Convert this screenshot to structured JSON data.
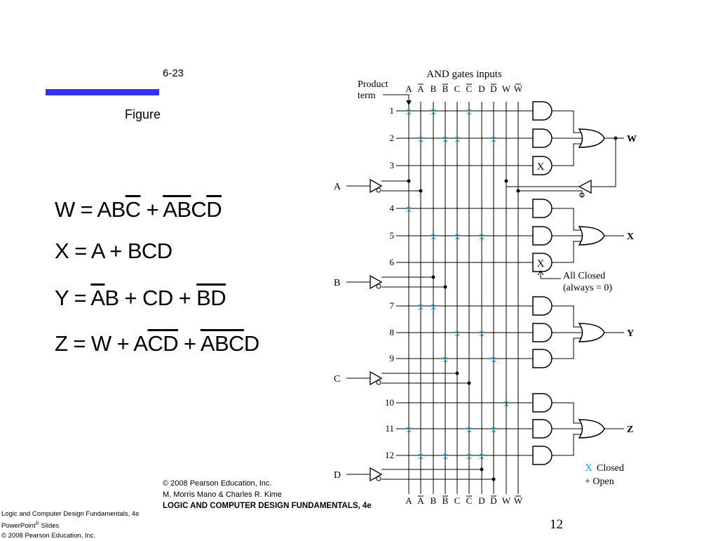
{
  "slide": {
    "figure_number": "6-23",
    "figure_label": "Figure",
    "accent_color": "#3333ee",
    "page_number": "12"
  },
  "equations": {
    "w": {
      "lhs": "W = ",
      "terms": [
        [
          [
            "A",
            false
          ],
          [
            "B",
            false
          ],
          [
            "C",
            true
          ]
        ],
        [
          [
            "A",
            true
          ],
          [
            "B",
            true
          ],
          [
            "C",
            false
          ],
          [
            "D",
            true
          ]
        ]
      ]
    },
    "x": {
      "lhs": "X = ",
      "terms": [
        [
          [
            "A",
            false
          ]
        ],
        [
          [
            "B",
            false
          ],
          [
            "C",
            false
          ],
          [
            "D",
            false
          ]
        ]
      ]
    },
    "y": {
      "lhs": "Y = ",
      "terms": [
        [
          [
            "A",
            true
          ],
          [
            "B",
            false
          ]
        ],
        [
          [
            "C",
            false
          ],
          [
            "D",
            false
          ]
        ],
        [
          [
            "B",
            true
          ],
          [
            "D",
            true
          ]
        ]
      ]
    },
    "z": {
      "lhs": "Z = ",
      "terms": [
        [
          [
            "W",
            false
          ]
        ],
        [
          [
            "A",
            false
          ],
          [
            "C",
            true
          ],
          [
            "D",
            true
          ]
        ],
        [
          [
            "A",
            true
          ],
          [
            "B",
            true
          ],
          [
            "C",
            true
          ],
          [
            "D",
            false
          ]
        ]
      ]
    }
  },
  "credits": {
    "copyright": "© 2008 Pearson Education, Inc.",
    "authors": "M. Morris Mano & Charles R. Kime",
    "title": "LOGIC AND COMPUTER DESIGN FUNDAMENTALS, 4e"
  },
  "footer": {
    "line1": "Logic and Computer Design Fundamentals, 4e",
    "line2_pre": "PowerPoint",
    "line2_sup": "®",
    "line2_post": " Slides",
    "line3": "© 2008 Pearson Education, Inc."
  },
  "diagram": {
    "header": "AND gates inputs",
    "product_term_label": [
      "Product",
      "term"
    ],
    "columns": [
      [
        "A",
        false
      ],
      [
        "A",
        true
      ],
      [
        "B",
        false
      ],
      [
        "B",
        true
      ],
      [
        "C",
        false
      ],
      [
        "C",
        true
      ],
      [
        "D",
        false
      ],
      [
        "D",
        true
      ],
      [
        "W",
        false
      ],
      [
        "W",
        true
      ]
    ],
    "inputs": [
      "A",
      "B",
      "C",
      "D"
    ],
    "rows": [
      {
        "term": "1",
        "x": [
          0,
          2,
          5
        ]
      },
      {
        "term": "2",
        "x": [
          1,
          3,
          4,
          7
        ]
      },
      {
        "term": "3",
        "x": [],
        "all_closed": true
      },
      {
        "term": "4",
        "x": [
          0
        ]
      },
      {
        "term": "5",
        "x": [
          2,
          4,
          6
        ]
      },
      {
        "term": "6",
        "x": [],
        "all_closed": true
      },
      {
        "term": "7",
        "x": [
          1,
          2
        ]
      },
      {
        "term": "8",
        "x": [
          4,
          6
        ]
      },
      {
        "term": "9",
        "x": [
          3,
          7
        ]
      },
      {
        "term": "10",
        "x": [
          8
        ]
      },
      {
        "term": "11",
        "x": [
          0,
          5,
          7
        ]
      },
      {
        "term": "12",
        "x": [
          1,
          3,
          5,
          6
        ]
      }
    ],
    "outputs": [
      "W",
      "X",
      "Y",
      "Z"
    ],
    "all_closed_note": [
      "All Closed",
      "(always = 0)"
    ],
    "legend": {
      "x_mark": "X",
      "closed": "Closed",
      "open": "+ Open"
    },
    "x_color": "#1a9fd8"
  }
}
